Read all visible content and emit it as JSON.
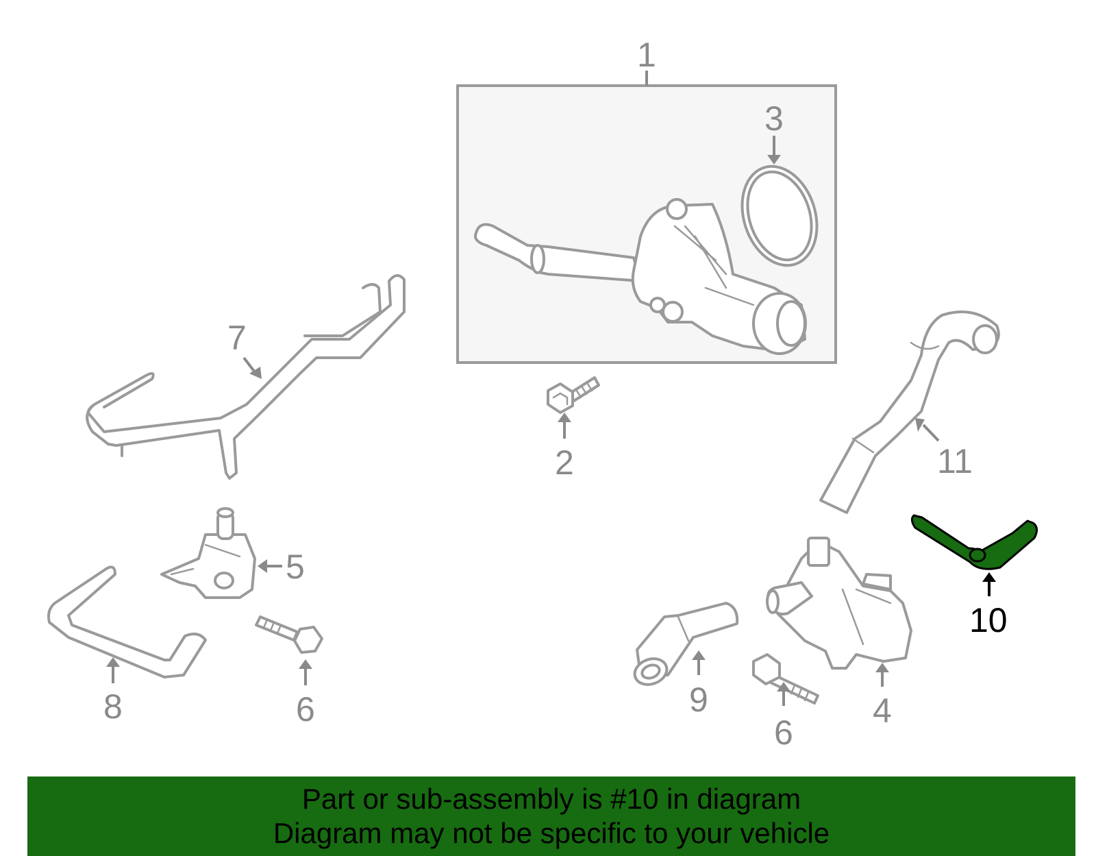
{
  "colors": {
    "highlight": "#176b11",
    "line": "#9a9a9a",
    "background": "#ffffff"
  },
  "highlighted_part": "10",
  "callouts": [
    {
      "id": "1",
      "label": "1"
    },
    {
      "id": "2",
      "label": "2"
    },
    {
      "id": "3",
      "label": "3"
    },
    {
      "id": "4",
      "label": "4"
    },
    {
      "id": "5",
      "label": "5"
    },
    {
      "id": "6a",
      "label": "6"
    },
    {
      "id": "6b",
      "label": "6"
    },
    {
      "id": "7",
      "label": "7"
    },
    {
      "id": "8",
      "label": "8"
    },
    {
      "id": "9",
      "label": "9"
    },
    {
      "id": "10",
      "label": "10"
    },
    {
      "id": "11",
      "label": "11"
    }
  ],
  "banner": {
    "line1": "Part or sub-assembly is #10 in diagram",
    "line2": "Diagram may not be specific to your vehicle"
  }
}
